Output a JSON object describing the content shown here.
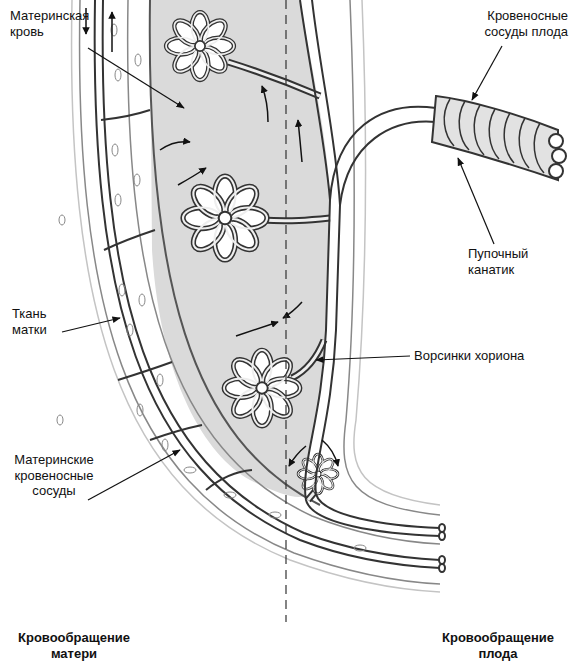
{
  "diagram": {
    "labels": [
      "Материнская кровь",
      "Кровеносные сосуды плода",
      "Пупочный канатик",
      "Ткань матки",
      "Ворсинки хориона",
      "Материнские кровеносные сосуды",
      "Кровообращение матери",
      "Кровообращение плода"
    ]
  }
}
